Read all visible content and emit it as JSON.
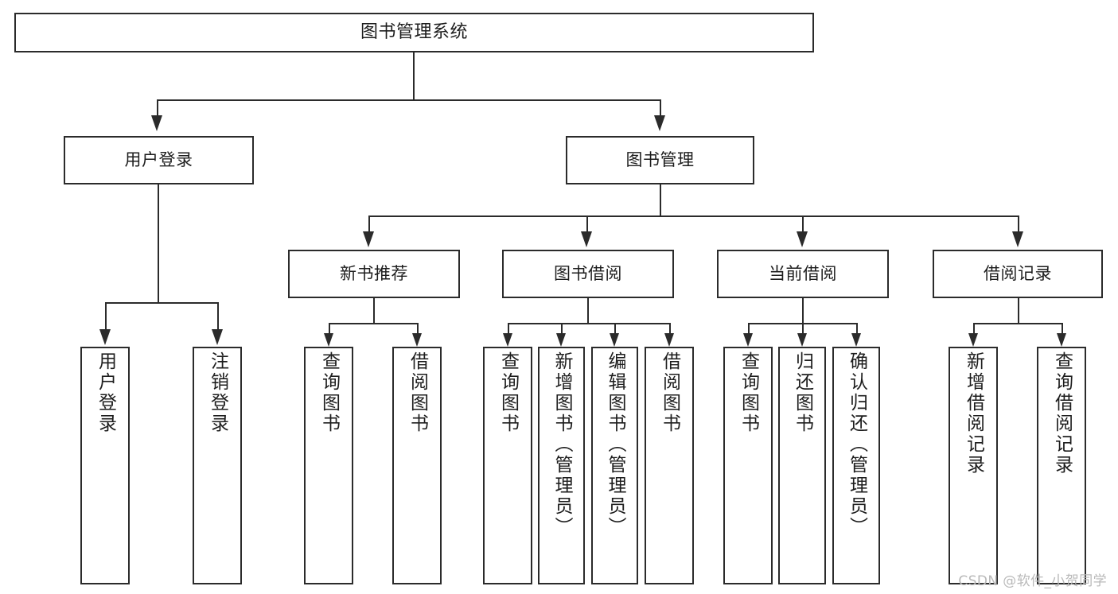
{
  "diagram": {
    "type": "tree-hierarchy-functional-decomposition",
    "title": "图书管理系统",
    "root": {
      "id": "root",
      "label": "图书管理系统",
      "text_orientation": "horizontal"
    },
    "level1": [
      {
        "id": "user-login",
        "label": "用户登录",
        "text_orientation": "horizontal"
      },
      {
        "id": "book-manage",
        "label": "图书管理",
        "text_orientation": "horizontal"
      }
    ],
    "level2": [
      {
        "id": "new-book-recommend",
        "label": "新书推荐",
        "parent": "book-manage",
        "text_orientation": "horizontal"
      },
      {
        "id": "book-borrow",
        "label": "图书借阅",
        "parent": "book-manage",
        "text_orientation": "horizontal"
      },
      {
        "id": "current-borrow",
        "label": "当前借阅",
        "parent": "book-manage",
        "text_orientation": "horizontal"
      },
      {
        "id": "borrow-record",
        "label": "借阅记录",
        "parent": "book-manage",
        "text_orientation": "horizontal"
      }
    ],
    "leaves": [
      {
        "id": "leaf-user-login",
        "label": "用户登录",
        "parent": "user-login",
        "text_orientation": "vertical"
      },
      {
        "id": "leaf-logout",
        "label": "注销登录",
        "parent": "user-login",
        "text_orientation": "vertical"
      },
      {
        "id": "leaf-query-book-1",
        "label": "查询图书",
        "parent": "new-book-recommend",
        "text_orientation": "vertical"
      },
      {
        "id": "leaf-borrow-book-1",
        "label": "借阅图书",
        "parent": "new-book-recommend",
        "text_orientation": "vertical"
      },
      {
        "id": "leaf-query-book-2",
        "label": "查询图书",
        "parent": "book-borrow",
        "text_orientation": "vertical"
      },
      {
        "id": "leaf-add-book",
        "label": "新增图书（管理员）",
        "parent": "book-borrow",
        "text_orientation": "vertical"
      },
      {
        "id": "leaf-edit-book",
        "label": "编辑图书（管理员）",
        "parent": "book-borrow",
        "text_orientation": "vertical"
      },
      {
        "id": "leaf-borrow-book-2",
        "label": "借阅图书",
        "parent": "book-borrow",
        "text_orientation": "vertical"
      },
      {
        "id": "leaf-query-book-3",
        "label": "查询图书",
        "parent": "current-borrow",
        "text_orientation": "vertical"
      },
      {
        "id": "leaf-return-book",
        "label": "归还图书",
        "parent": "current-borrow",
        "text_orientation": "vertical"
      },
      {
        "id": "leaf-confirm-return",
        "label": "确认归还（管理员）",
        "parent": "current-borrow",
        "text_orientation": "vertical"
      },
      {
        "id": "leaf-add-record",
        "label": "新增借阅记录",
        "parent": "borrow-record",
        "text_orientation": "vertical"
      },
      {
        "id": "leaf-query-record",
        "label": "查询借阅记录",
        "parent": "borrow-record",
        "text_orientation": "vertical"
      }
    ],
    "colors": {
      "stroke": "#2b2b2b",
      "fill": "#ffffff",
      "text": "#1d1d1d",
      "watermark": "#b9b9b9"
    }
  },
  "watermark": {
    "text": "CSDN @软件_小贺同学"
  }
}
